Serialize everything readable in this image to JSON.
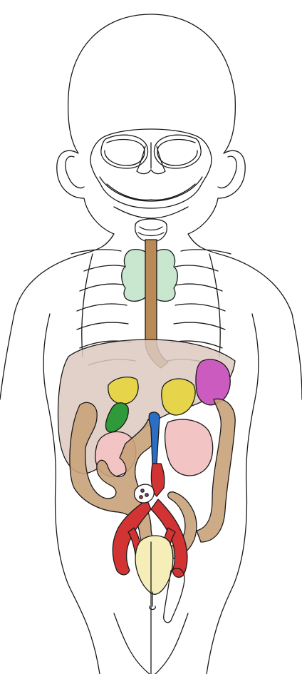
{
  "figure": {
    "kind": "anatomical-illustration",
    "subject": "infant",
    "view": "anterior",
    "labels": []
  },
  "colors": {
    "outline": "#1a1a1a",
    "background": "#ffffff",
    "thymus": "#c9e6cf",
    "esophagus": "#b98a55",
    "liver": "#dcc9bf",
    "stomach": "#cc5bbf",
    "adrenal": "#e6d44a",
    "gallbladder": "#2f9a3a",
    "kidney": "#f3c4c4",
    "intestine": "#c9a27a",
    "vena_cava": "#2a6fc4",
    "aorta": "#d23434",
    "bladder": "#f5eeb8"
  },
  "structures": [
    "head-outline",
    "ear-left",
    "ear-right",
    "skull",
    "orbit-left",
    "orbit-right",
    "nasal-cavity",
    "mandible",
    "trachea-larynx",
    "thymus",
    "esophagus",
    "rib-cage",
    "liver",
    "stomach",
    "spleen",
    "adrenal-gland-right",
    "adrenal-gland-left",
    "gallbladder",
    "kidney-right",
    "kidney-left",
    "inferior-vena-cava",
    "aorta",
    "large-intestine",
    "small-intestine",
    "iliac-arteries",
    "urinary-bladder",
    "umbilical-cord",
    "genitalia"
  ]
}
